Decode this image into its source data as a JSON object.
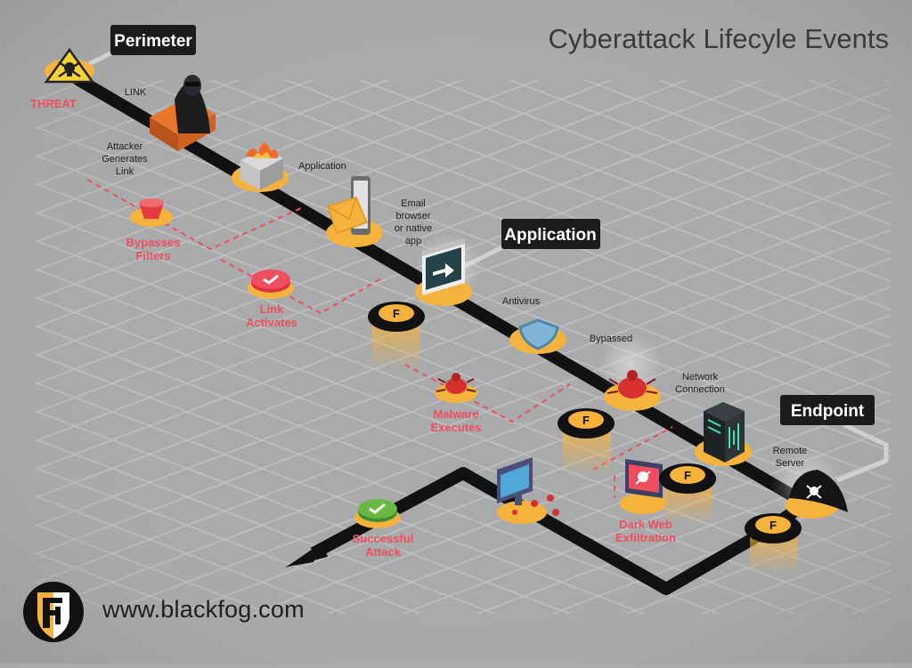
{
  "title": "Cyberattack Lifecyle Events",
  "website": "www.blackfog.com",
  "stages": {
    "perimeter": "Perimeter",
    "application": "Application",
    "endpoint": "Endpoint"
  },
  "steps": {
    "threat": "THREAT",
    "link": "LINK",
    "attacker_generates_link": [
      "Attacker",
      "Generates",
      "Link"
    ],
    "application_label": "Application",
    "email_browser_app": [
      "Email",
      "browser",
      "or native",
      "app"
    ],
    "antivirus": "Antivirus",
    "bypassed": "Bypassed",
    "network_connection": [
      "Network",
      "Connection"
    ],
    "remote_server": [
      "Remote",
      "Server"
    ]
  },
  "outcomes": {
    "bypasses_filters": [
      "Bypasses",
      "Filters"
    ],
    "link_activates": [
      "Link",
      "Activates"
    ],
    "malware_executes": [
      "Malware",
      "Executes"
    ],
    "dark_web_exfiltration": [
      "Dark Web",
      "Exfiltration"
    ],
    "successful_attack": [
      "Successful",
      "Attack"
    ]
  },
  "icons": {
    "threat": "skull-warning-icon",
    "hacker": "hacker-laptop-icon",
    "firewall": "firewall-icon",
    "email": "email-phone-icon",
    "browser": "browser-window-icon",
    "shield": "shield-icon",
    "bug": "bug-icon",
    "server": "server-icon",
    "pirate": "pirate-hat-icon",
    "monitor": "monitor-icon",
    "dark_web": "dark-web-screen-icon",
    "check": "check-icon",
    "blackfog": "blackfog-logo-icon"
  },
  "colors": {
    "background": "#a9aaab",
    "path": "#111111",
    "accent_orange": "#f5b23d",
    "alert_red": "#ef4e5e",
    "label_dark": "#1b1b1b"
  }
}
